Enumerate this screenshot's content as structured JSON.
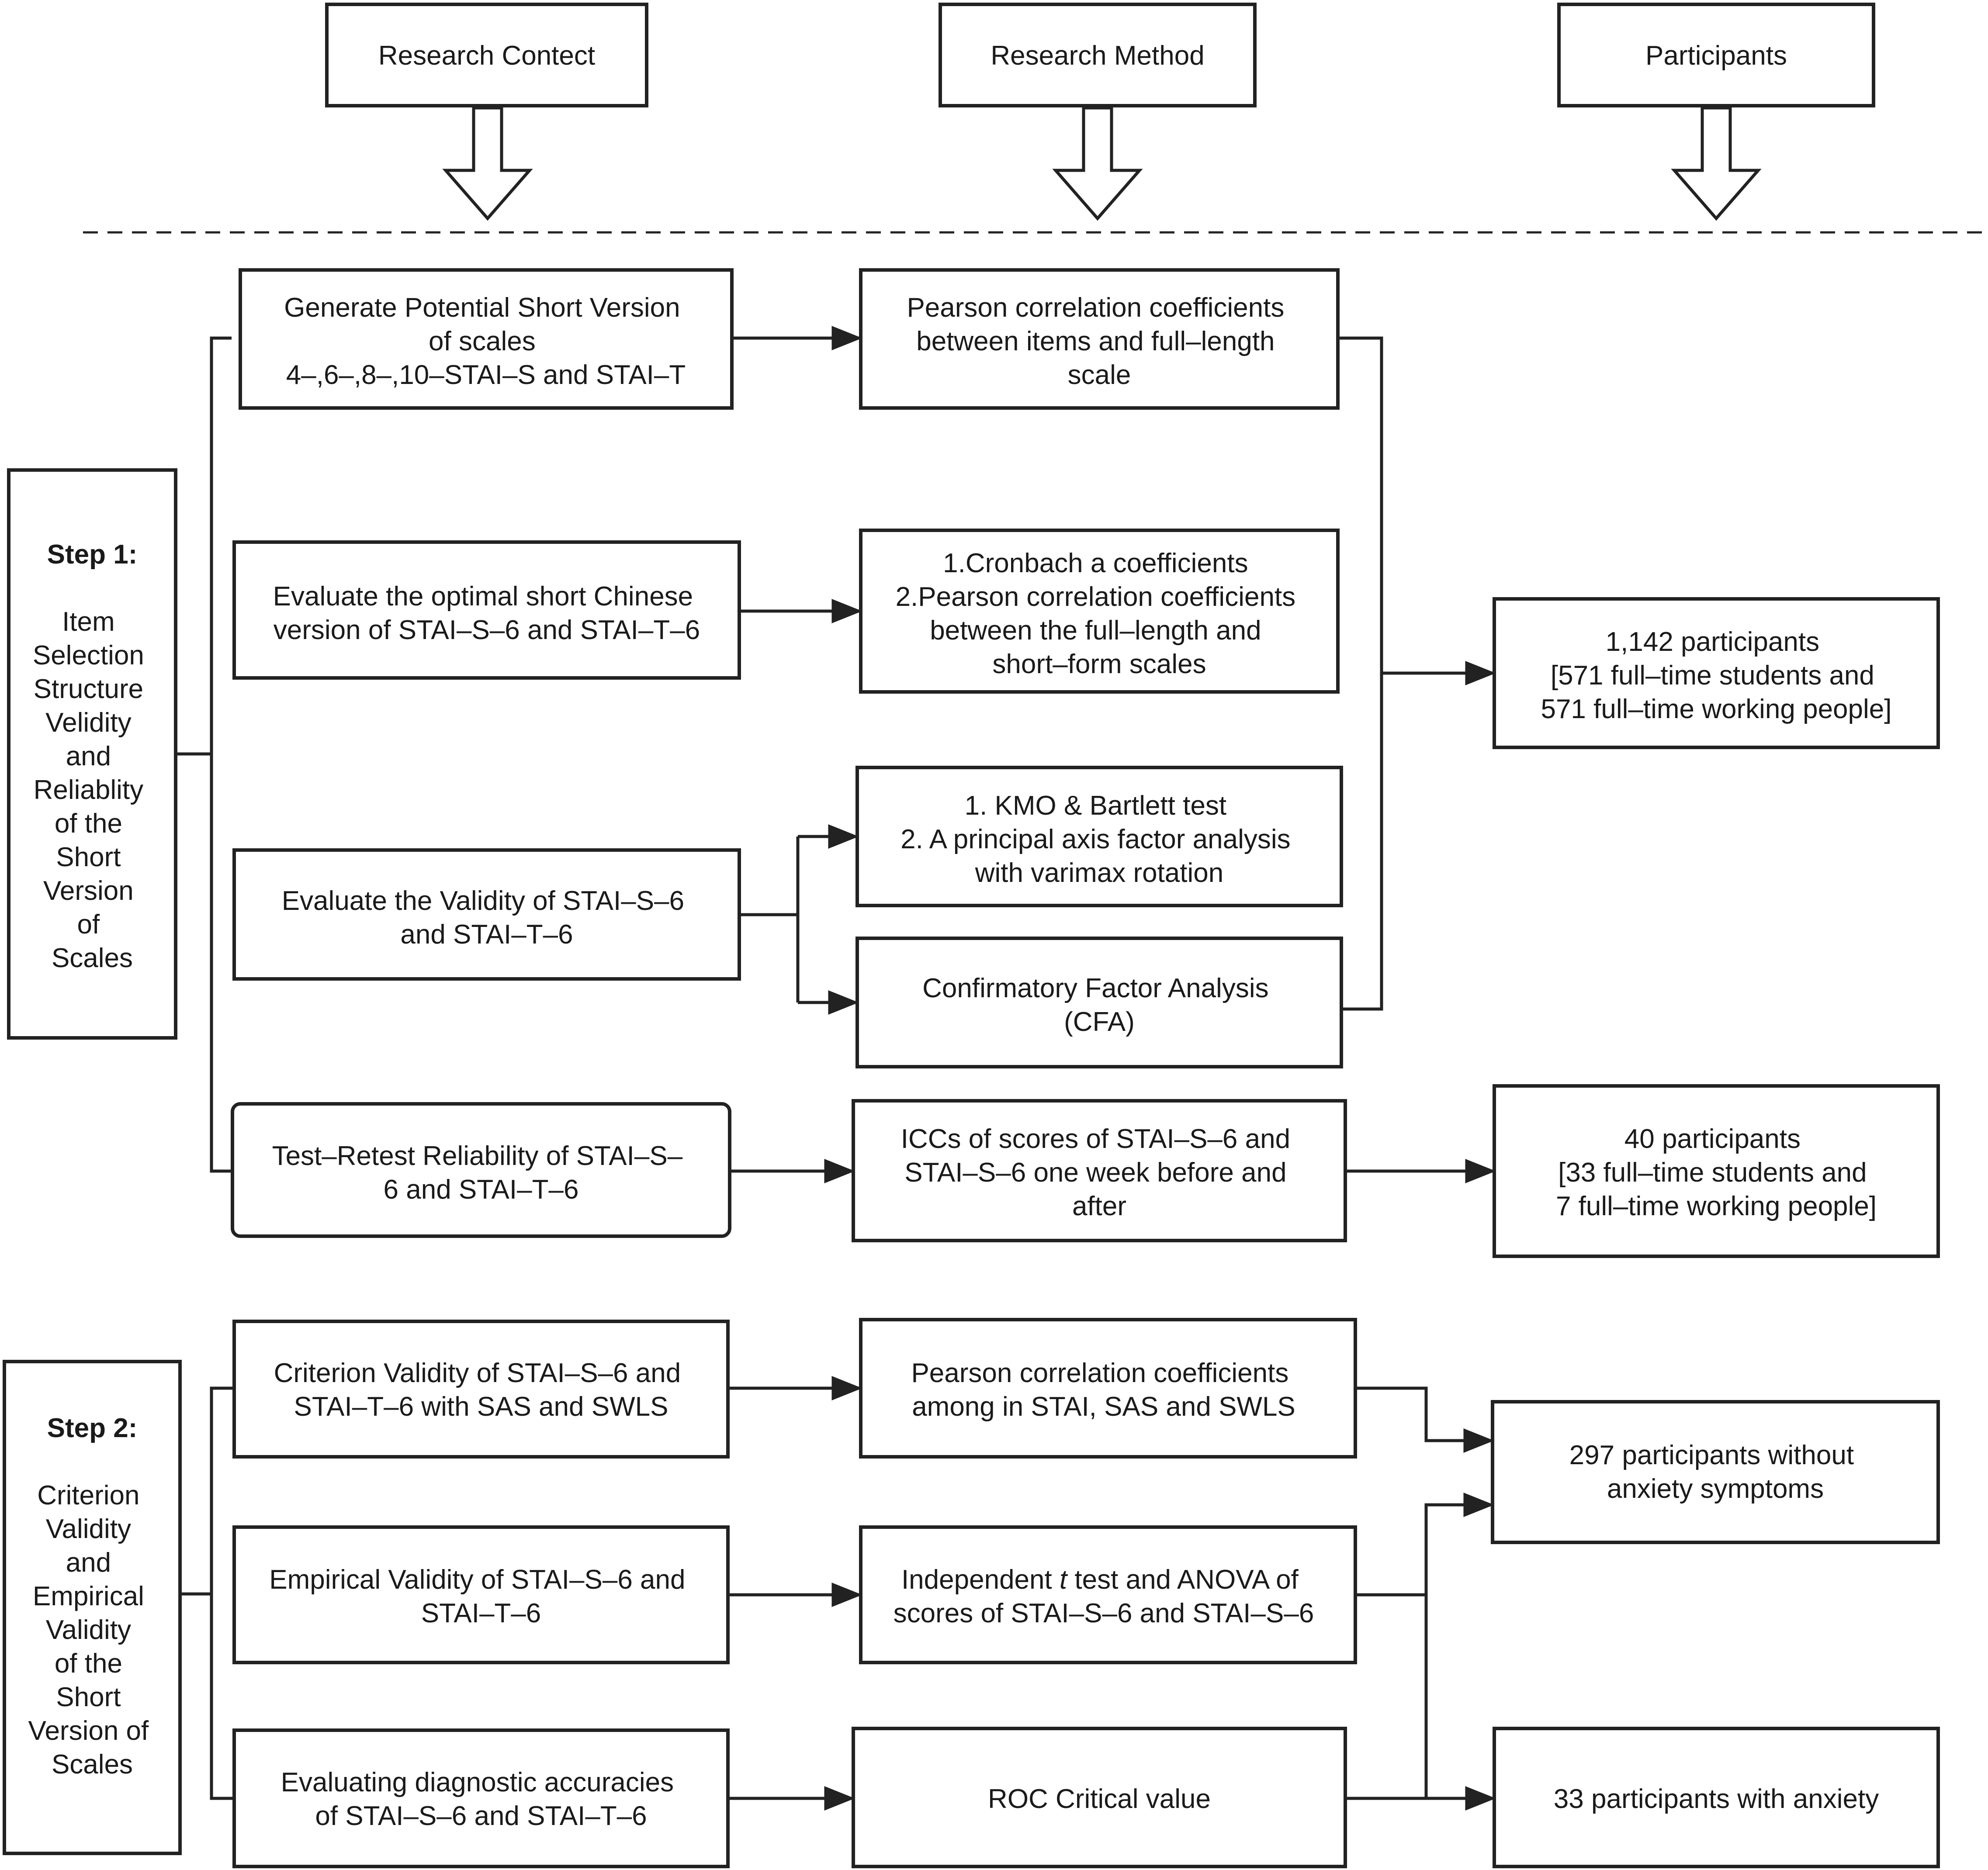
{
  "headers": {
    "content": "Research Contect",
    "method": "Research Method",
    "participants": "Participants"
  },
  "step1": {
    "side": {
      "title": "Step 1:",
      "lines": [
        "Item",
        "Selection",
        "Structure",
        "Velidity",
        "and",
        "Reliablity",
        "of the",
        "Short",
        "Version",
        "of",
        "Scales"
      ]
    },
    "content": [
      [
        "Generate Potential Short Version",
        "of scales",
        "4–,6–,8–,10–STAI–S and STAI–T"
      ],
      [
        "Evaluate the optimal short Chinese",
        "version of STAI–S–6 and STAI–T–6"
      ],
      [
        "Evaluate the Validity of STAI–S–6",
        "and STAI–T–6"
      ],
      [
        "Test–Retest Reliability of STAI–S–",
        "6 and STAI–T–6"
      ]
    ],
    "method": [
      [
        "Pearson correlation coefficients",
        "between items and full–length",
        "scale"
      ],
      [
        "1.Cronbach a coefficients",
        "2.Pearson correlation coefficients",
        "between the full–length and",
        "short–form scales"
      ],
      [
        "1. KMO & Bartlett test",
        "2. A principal axis factor analysis",
        "with varimax rotation"
      ],
      [
        "Confirmatory Factor Analysis",
        "(CFA)"
      ],
      [
        "ICCs of scores of STAI–S–6 and",
        "STAI–S–6 one week before and",
        "after"
      ]
    ],
    "participants": [
      [
        "1,142 participants",
        "[571 full–time students and",
        "571 full–time working people]"
      ],
      [
        "40 participants",
        "[33 full–time students and",
        "7 full–time working people]"
      ]
    ]
  },
  "step2": {
    "side": {
      "title": "Step 2:",
      "lines": [
        "Criterion",
        "Validity",
        "and",
        "Empirical",
        "Validity",
        "of the",
        "Short",
        "Version of",
        "Scales"
      ]
    },
    "content": [
      [
        "Criterion Validity of STAI–S–6 and",
        "STAI–T–6 with SAS and SWLS"
      ],
      [
        "Empirical Validity of STAI–S–6 and",
        "STAI–T–6"
      ],
      [
        "Evaluating diagnostic accuracies",
        "of STAI–S–6 and STAI–T–6"
      ]
    ],
    "method": [
      [
        "Pearson correlation coefficients",
        "among in STAI, SAS and SWLS"
      ],
      [
        "Independent t test and ANOVA of",
        "scores of STAI–S–6 and STAI–S–6"
      ],
      [
        "ROC Critical value"
      ]
    ],
    "participants": [
      [
        "297 participants without",
        "anxiety symptoms"
      ],
      [
        "33 participants with anxiety"
      ]
    ]
  }
}
